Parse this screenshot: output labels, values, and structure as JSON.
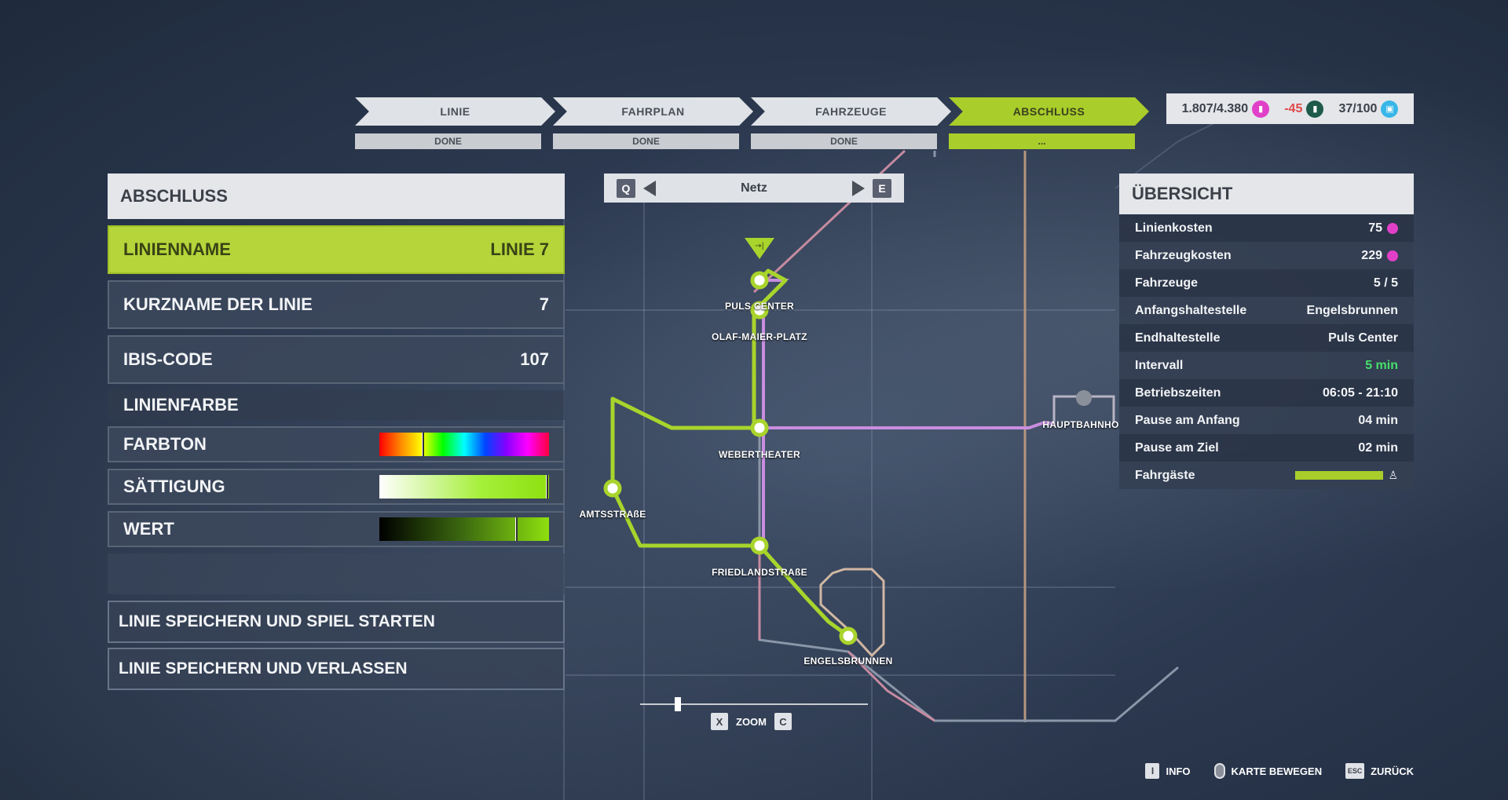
{
  "steps": [
    {
      "label": "LINIE",
      "state": "DONE"
    },
    {
      "label": "FAHRPLAN",
      "state": "DONE"
    },
    {
      "label": "FAHRZEUGE",
      "state": "DONE"
    },
    {
      "label": "ABSCHLUSS",
      "state": "..."
    }
  ],
  "stats": {
    "money": "1.807/4.380",
    "balance": "-45",
    "passengers": "37/100",
    "colors": {
      "money": "#e040c8",
      "balance": "#1e8a5a",
      "passengers": "#38b6e8"
    }
  },
  "left_panel": {
    "title": "ABSCHLUSS",
    "line_name": {
      "label": "LINIENNAME",
      "value": "LINIE 7"
    },
    "short_name": {
      "label": "KURZNAME DER LINIE",
      "value": "7"
    },
    "ibis": {
      "label": "IBIS-CODE",
      "value": "107"
    },
    "color_section": "LINIENFARBE",
    "hue": {
      "label": "FARBTON",
      "level": 0.25
    },
    "saturation": {
      "label": "SÄTTIGUNG",
      "level": 1.0
    },
    "value": {
      "label": "WERT",
      "level": 0.8
    },
    "save_start": "LINIE SPEICHERN UND SPIEL STARTEN",
    "save_exit": "LINIE SPEICHERN UND VERLASSEN"
  },
  "map_nav": {
    "key_prev": "Q",
    "title": "Netz",
    "key_next": "E"
  },
  "stations": {
    "puls_center": "PULS CENTER",
    "olaf": "OLAF-MAIER-PLATZ",
    "webertheater": "WEBERTHEATER",
    "amtsstrasse": "AMTSSTRAßE",
    "friedland": "FRIEDLANDSTRAßE",
    "engelsbrunnen": "ENGELSBRUNNEN",
    "hauptbahnhof": "HAUPTBAHNHO"
  },
  "overview": {
    "title": "ÜBERSICHT",
    "rows": [
      {
        "label": "Linienkosten",
        "value": "75"
      },
      {
        "label": "Fahrzeugkosten",
        "value": "229"
      },
      {
        "label": "Fahrzeuge",
        "value": "5 / 5"
      },
      {
        "label": "Anfangshaltestelle",
        "value": "Engelsbrunnen"
      },
      {
        "label": "Endhaltestelle",
        "value": "Puls Center"
      },
      {
        "label": "Intervall",
        "value": "5 min"
      },
      {
        "label": "Betriebszeiten",
        "value": "06:05 - 21:10"
      },
      {
        "label": "Pause am Anfang",
        "value": "04 min"
      },
      {
        "label": "Pause am Ziel",
        "value": "02 min"
      },
      {
        "label": "Fahrgäste",
        "fill": 1.0
      }
    ]
  },
  "zoom": {
    "key_out": "X",
    "label": "ZOOM",
    "key_in": "C",
    "level": 0.15
  },
  "hints": {
    "info_key": "I",
    "info": "INFO",
    "move": "KARTE BEWEGEN",
    "back_key": "ESC",
    "back": "ZURÜCK"
  },
  "line_color": "#a9d42c"
}
